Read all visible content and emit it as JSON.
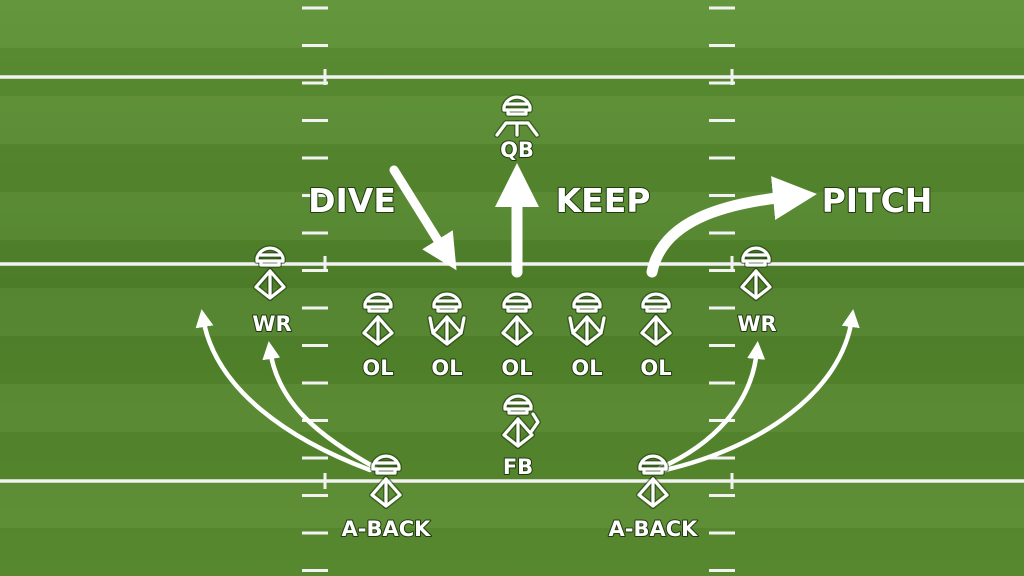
{
  "play": {
    "calls": [
      {
        "id": "dive",
        "label": "DIVE"
      },
      {
        "id": "keep",
        "label": "KEEP"
      },
      {
        "id": "pitch",
        "label": "PITCH"
      }
    ],
    "players": [
      {
        "id": "qb",
        "label": "QB"
      },
      {
        "id": "ol-1",
        "label": "OL"
      },
      {
        "id": "ol-2",
        "label": "OL"
      },
      {
        "id": "ol-3",
        "label": "OL"
      },
      {
        "id": "ol-4",
        "label": "OL"
      },
      {
        "id": "ol-5",
        "label": "OL"
      },
      {
        "id": "fb",
        "label": "FB"
      },
      {
        "id": "wr-left",
        "label": "WR"
      },
      {
        "id": "wr-right",
        "label": "WR"
      },
      {
        "id": "a-back-left",
        "label": "A-BACK"
      },
      {
        "id": "a-back-right",
        "label": "A-BACK"
      }
    ]
  },
  "colors": {
    "turf_light": "#5b8f33",
    "turf_dark": "#4a7a2a",
    "lines": "#ffffff",
    "outline": "#1f3a10"
  },
  "icons": [
    "football-player-icon",
    "arrow-icon"
  ]
}
